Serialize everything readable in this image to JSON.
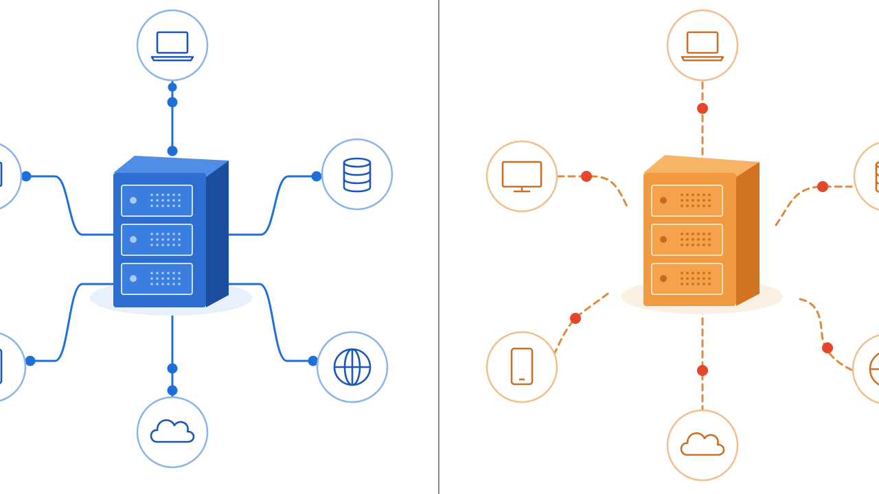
{
  "theme": {
    "background": "#ffffff",
    "divider": "#8c8c8c"
  },
  "panels": [
    {
      "id": "left",
      "state": "connected",
      "line_style": "solid",
      "colors": {
        "accent": "#1f6fdb",
        "icon": "#1a56b8",
        "ring": "#8ab4ec",
        "shadow": "#e7f0fb",
        "server_front": "#2c6fd1",
        "server_side": "#1b4f9e",
        "server_top": "#4f8de6",
        "unit_fill": "#3a7ee0",
        "unit_stroke": "#cfe0f7",
        "led": "#a9c9f4"
      },
      "nodes": [
        {
          "name": "laptop",
          "icon": "laptop-icon"
        },
        {
          "name": "monitor",
          "icon": "monitor-icon"
        },
        {
          "name": "database",
          "icon": "database-icon"
        },
        {
          "name": "smartphone",
          "icon": "smartphone-icon"
        },
        {
          "name": "globe",
          "icon": "globe-icon"
        },
        {
          "name": "cloud",
          "icon": "cloud-icon"
        }
      ]
    },
    {
      "id": "right",
      "state": "disconnected",
      "line_style": "dashed",
      "colors": {
        "accent": "#dd8a3a",
        "dot": "#e5452b",
        "icon": "#c8702a",
        "ring": "#f2bf8c",
        "shadow": "#fbf0e4",
        "server_front": "#f29a3f",
        "server_side": "#d2741f",
        "server_top": "#f7b467",
        "unit_fill": "#f4a24c",
        "unit_stroke": "#fde1c2",
        "led": "#c8691e"
      },
      "nodes": [
        {
          "name": "laptop",
          "icon": "laptop-icon"
        },
        {
          "name": "monitor",
          "icon": "monitor-icon"
        },
        {
          "name": "database",
          "icon": "database-icon"
        },
        {
          "name": "smartphone",
          "icon": "smartphone-icon"
        },
        {
          "name": "globe",
          "icon": "globe-icon"
        },
        {
          "name": "cloud",
          "icon": "cloud-icon"
        }
      ]
    }
  ]
}
